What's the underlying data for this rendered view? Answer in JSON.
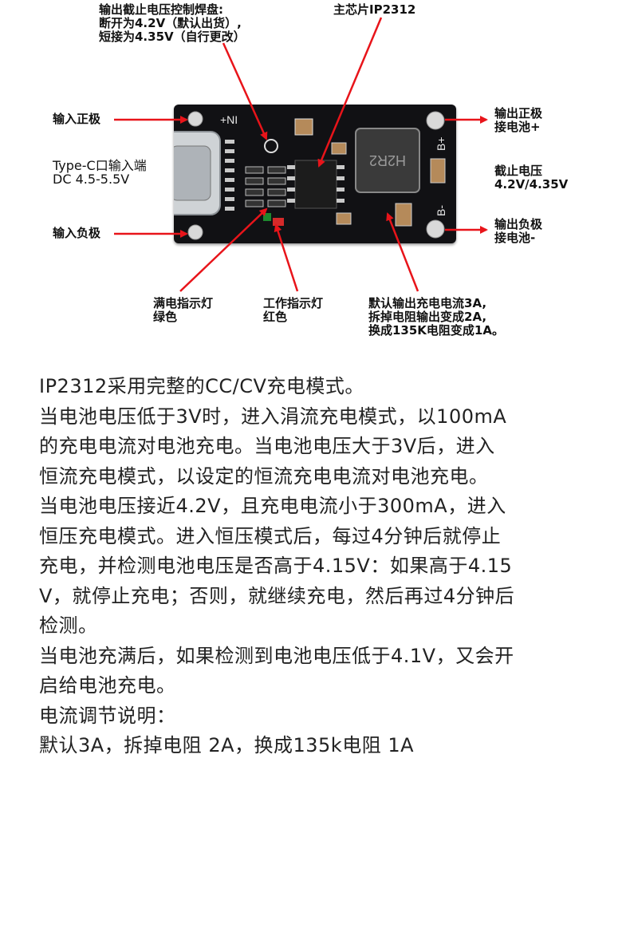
{
  "diagram": {
    "labels": {
      "solder_pad": [
        "输出截止电压控制焊盘:",
        "断开为4.2V（默认出货）,",
        "短接为4.35V（自行更改）"
      ],
      "main_chip": "主芯片IP2312",
      "input_positive": "输入正极",
      "typec_input": [
        "Type-C口输入端",
        "DC 4.5-5.5V"
      ],
      "input_negative": "输入负极",
      "output_positive": [
        "输出正极",
        "接电池+"
      ],
      "cutoff_voltage": [
        "截止电压",
        "4.2V/4.35V"
      ],
      "output_negative": [
        "输出负极",
        "接电池-"
      ],
      "full_led": [
        "满电指示灯",
        "绿色"
      ],
      "work_led": [
        "工作指示灯",
        "红色"
      ],
      "current_note": [
        "默认输出充电电流3A,",
        "拆掉电阻输出变成2A,",
        "换成135K电阻变成1A。"
      ]
    },
    "silkscreen": {
      "nin": "+NI",
      "b_plus": "B+",
      "b_minus": "B-",
      "inductor": "H2R2"
    },
    "colors": {
      "arrow": "#e8141a",
      "board": "#111114"
    }
  },
  "paragraphs": [
    "IP2312采用完整的CC/CV充电模式。",
    "当电池电压低于3V时，进入涓流充电模式，以100mA",
    "的充电电流对电池充电。当电池电压大于3V后，进入",
    "恒流充电模式，以设定的恒流充电电流对电池充电。",
    "当电池电压接近4.2V，且充电电流小于300mA，进入",
    "恒压充电模式。进入恒压模式后，每过4分钟后就停止",
    "充电，并检测电池电压是否高于4.15V：如果高于4.15",
    "V，就停止充电；否则，就继续充电，然后再过4分钟后",
    "检测。",
    "当电池充满后，如果检测到电池电压低于4.1V，又会开",
    "启给电池充电。",
    "电流调节说明：",
    "默认3A，拆掉电阻 2A，换成135k电阻 1A"
  ]
}
